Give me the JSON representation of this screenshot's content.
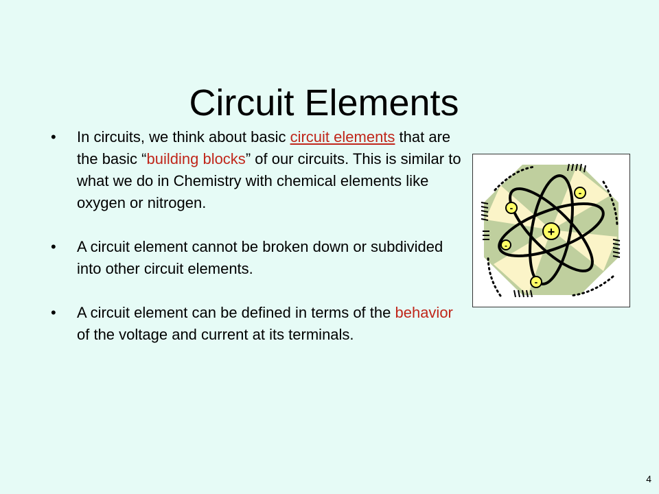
{
  "slide": {
    "title": "Circuit Elements",
    "page_number": "4"
  },
  "bullets": [
    {
      "parts": [
        {
          "text": "In circuits, we think about basic ",
          "style": "plain"
        },
        {
          "text": "circuit elements",
          "style": "red-underline"
        },
        {
          "text": " that are the basic “",
          "style": "plain"
        },
        {
          "text": "building blocks",
          "style": "red"
        },
        {
          "text": "” of our circuits. This is similar to what we do in Chemistry with chemical elements like oxygen or nitrogen.",
          "style": "plain"
        }
      ]
    },
    {
      "parts": [
        {
          "text": "A circuit element cannot be broken down or subdivided into other circuit elements.",
          "style": "plain"
        }
      ]
    },
    {
      "parts": [
        {
          "text": "A circuit element can be defined in terms of the ",
          "style": "plain"
        },
        {
          "text": "behavior",
          "style": "red"
        },
        {
          "text": " of the voltage and current at its terminals.",
          "style": "plain"
        }
      ]
    }
  ],
  "colors": {
    "background": "#e6fbf6",
    "highlight": "#c0261a",
    "octagon": "#bfcf9e",
    "petal": "#fbf4c8",
    "nucleus": "#ffff66"
  },
  "atom_image": {
    "icon": "atom-icon",
    "nucleus_label": "+",
    "electron_label": "-"
  }
}
